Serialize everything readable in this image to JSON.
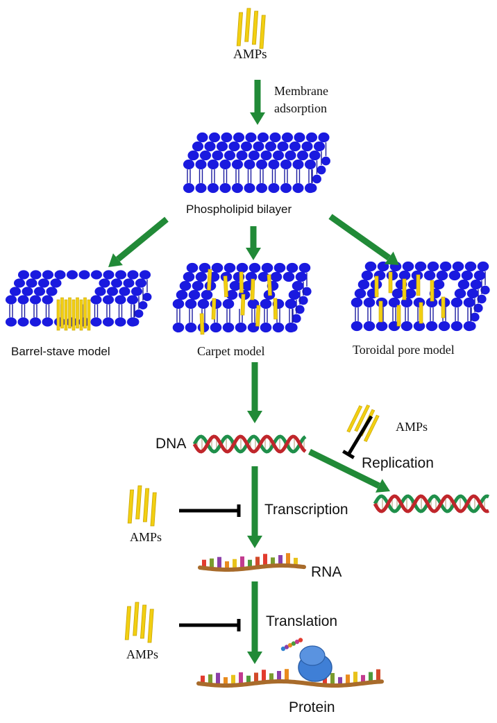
{
  "colors": {
    "arrow": "#218a37",
    "inhibitor": "#000000",
    "lipid_head": "#1a1adf",
    "lipid_tail": "#1a1aa0",
    "amp": "#f2cf12",
    "amp_edge": "#c9a400",
    "dna_strand_a": "#c0262b",
    "dna_strand_b": "#1f8f4a",
    "protein": "#3f7fd6"
  },
  "labels": {
    "amps_top": "AMPs",
    "membrane_adsorption_line1": "Membrane",
    "membrane_adsorption_line2": "adsorption",
    "phospholipid_bilayer": "Phospholipid bilayer",
    "barrel_stave_model": "Barrel-stave model",
    "carpet_model": "Carpet model",
    "toroidal_pore_model": "Toroidal pore model",
    "dna": "DNA",
    "amps_replication": "AMPs",
    "replication": "Replication",
    "amps_transcription": "AMPs",
    "transcription": "Transcription",
    "rna": "RNA",
    "amps_translation": "AMPs",
    "translation": "Translation",
    "protein": "Protein"
  }
}
